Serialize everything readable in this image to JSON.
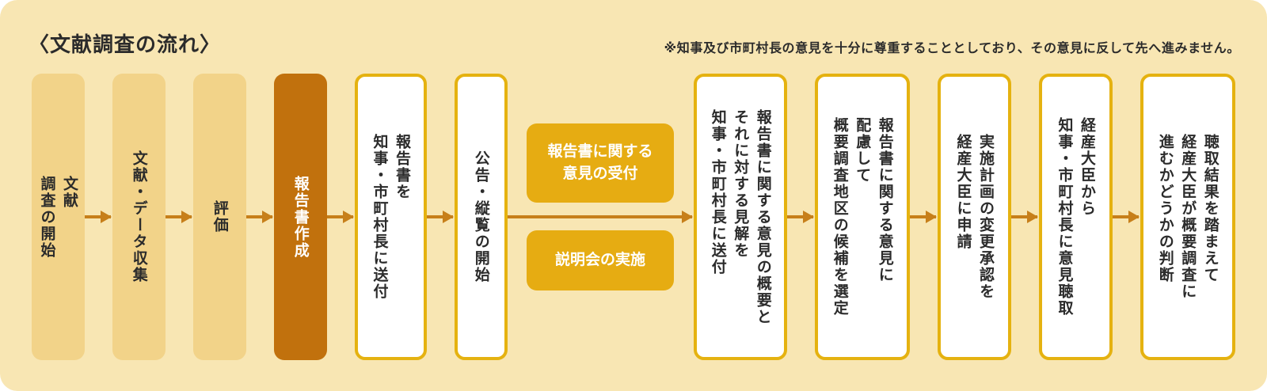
{
  "title": "〈文献調査の流れ〉",
  "note": "※知事及び市町村長の意見を十分に尊重することとしており、その意見に反して先へ進みません。",
  "steps": [
    {
      "id": "s1",
      "label": "文献\n調査の開始"
    },
    {
      "id": "s2",
      "label": "文献・データ収集"
    },
    {
      "id": "s3",
      "label": "評価"
    },
    {
      "id": "s4",
      "label": "報告書作成"
    },
    {
      "id": "s5",
      "label": "報告書を\n知事・市町村長に送付"
    },
    {
      "id": "s6",
      "label": "公告・縦覧の開始"
    },
    {
      "id": "s7",
      "label": "報告書に関する意見の概要と\nそれに対する見解を\n知事・市町村長に送付"
    },
    {
      "id": "s8",
      "label": "報告書に関する意見に\n配慮して\n概要調査地区の候補を選定"
    },
    {
      "id": "s9",
      "label": "実施計画の変更承認を\n経産大臣に申請"
    },
    {
      "id": "s10",
      "label": "経産大臣から\n知事・市町村長に意見聴取"
    },
    {
      "id": "s11",
      "label": "聴取結果を踏まえて\n経産大臣が概要調査に\n進むかどうかの判断"
    }
  ],
  "parallel": [
    {
      "id": "p1",
      "label": "報告書に関する\n意見の受付"
    },
    {
      "id": "p2",
      "label": "説明会の実施"
    }
  ],
  "colors": {
    "panel": "#f8e6b3",
    "box_light": "#f2d389",
    "box_dark": "#c1710d",
    "outline": "#e5b210",
    "pill": "#e6ac12",
    "arrow": "#c77f1a"
  }
}
